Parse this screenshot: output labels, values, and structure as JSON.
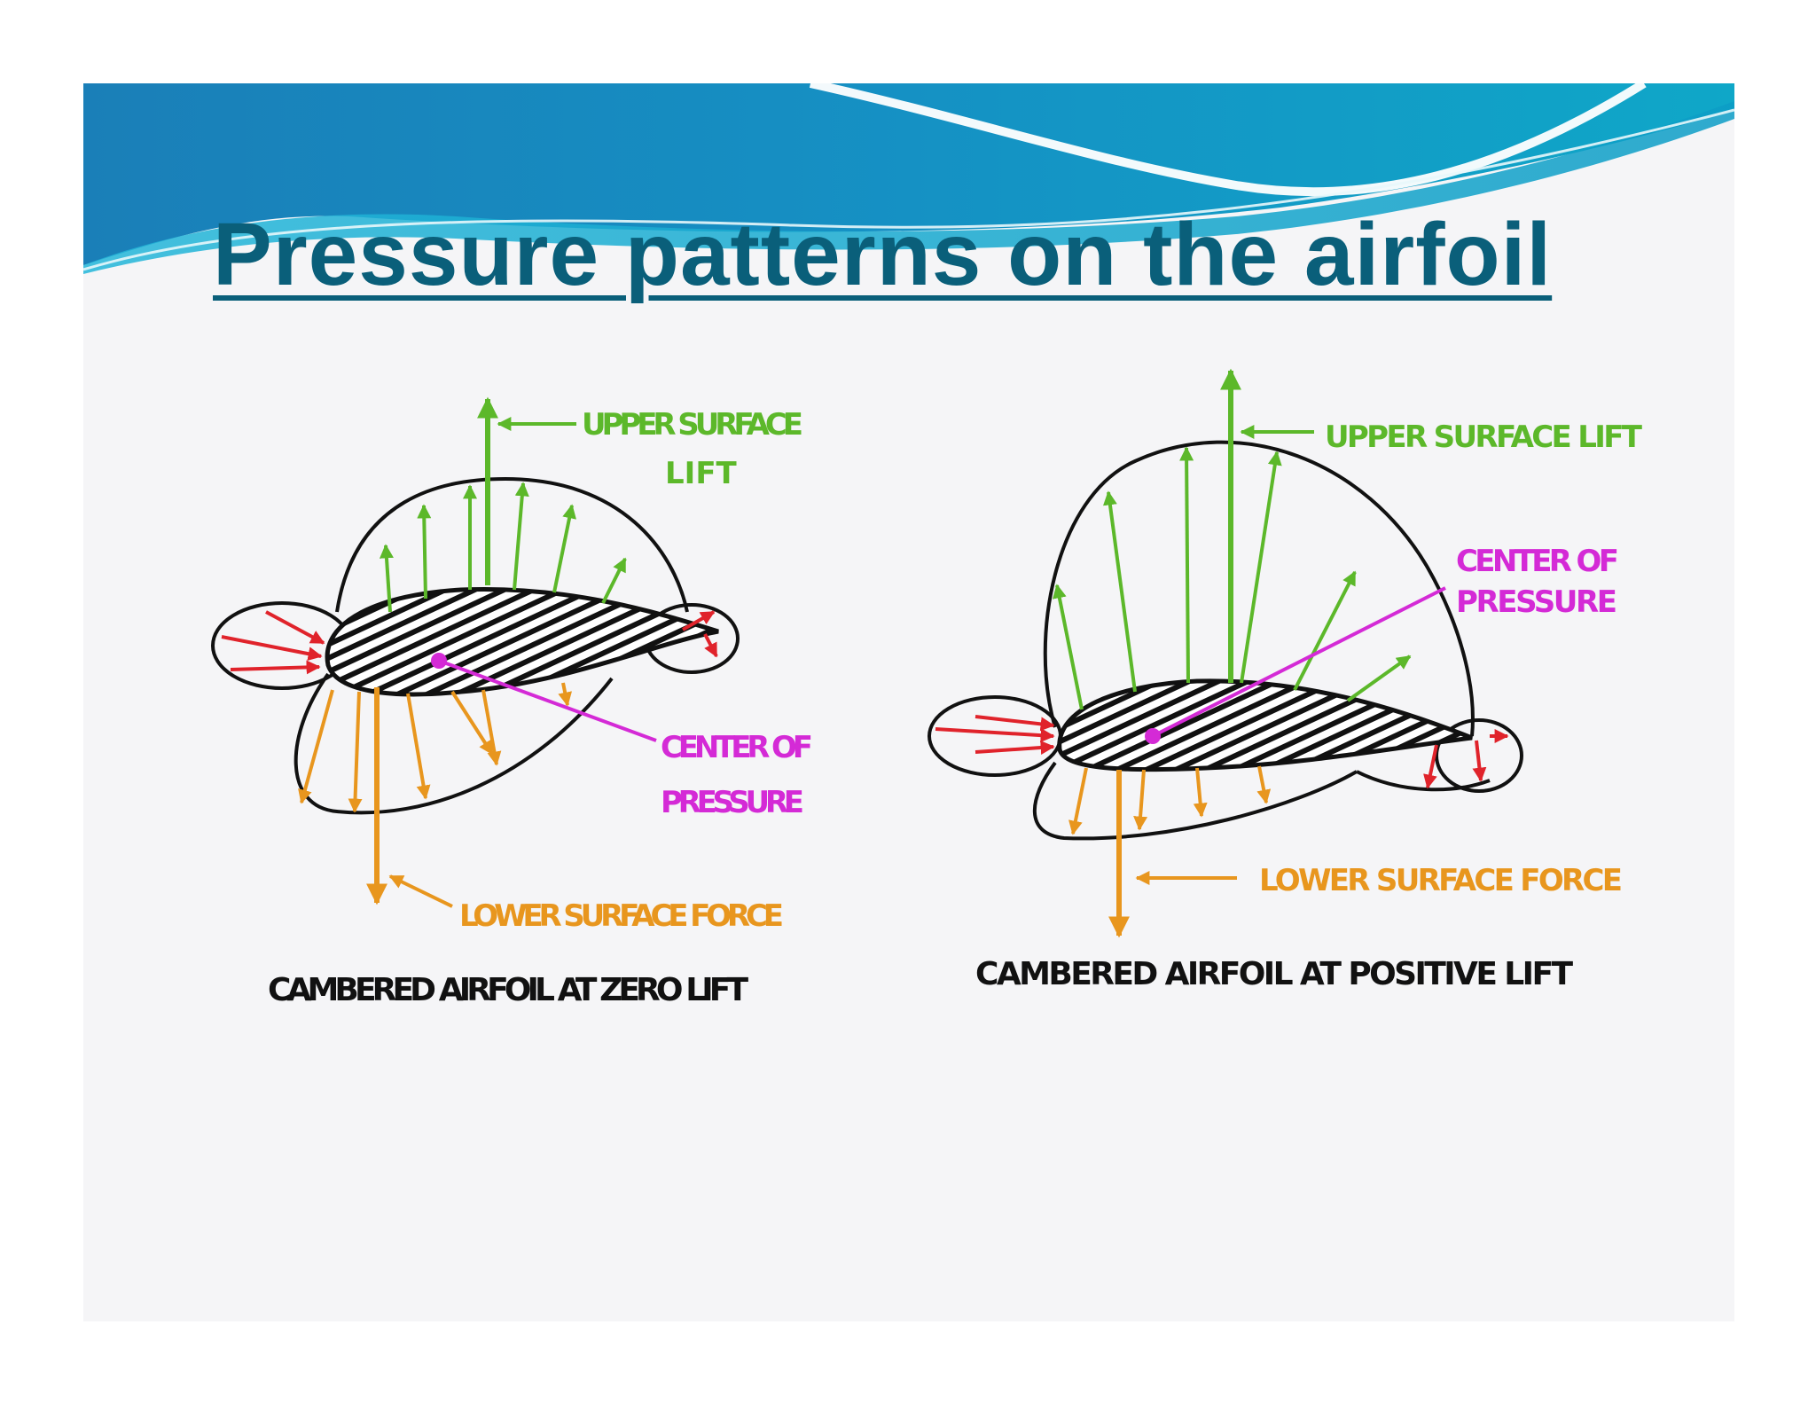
{
  "slide": {
    "title": "Pressure patterns on the airfoil"
  },
  "colors": {
    "title": "#0a5f7a",
    "upper": "#5cb82a",
    "lower": "#e8961e",
    "edge": "#e0232b",
    "center": "#d42ad6",
    "outline": "#111111"
  },
  "diagram_left": {
    "upper_label_1": "UPPER SURFACE",
    "upper_label_2": "LIFT",
    "center_label_1": "CENTER  OF",
    "center_label_2": "PRESSURE",
    "lower_label": "LOWER SURFACE FORCE",
    "caption": "CAMBERED AIRFOIL  AT ZERO LIFT"
  },
  "diagram_right": {
    "upper_label": "UPPER SURFACE LIFT",
    "center_label_1": "CENTER OF",
    "center_label_2": "PRESSURE",
    "lower_label": "LOWER SURFACE FORCE",
    "caption": "CAMBERED AIRFOIL  AT POSITIVE LIFT"
  }
}
